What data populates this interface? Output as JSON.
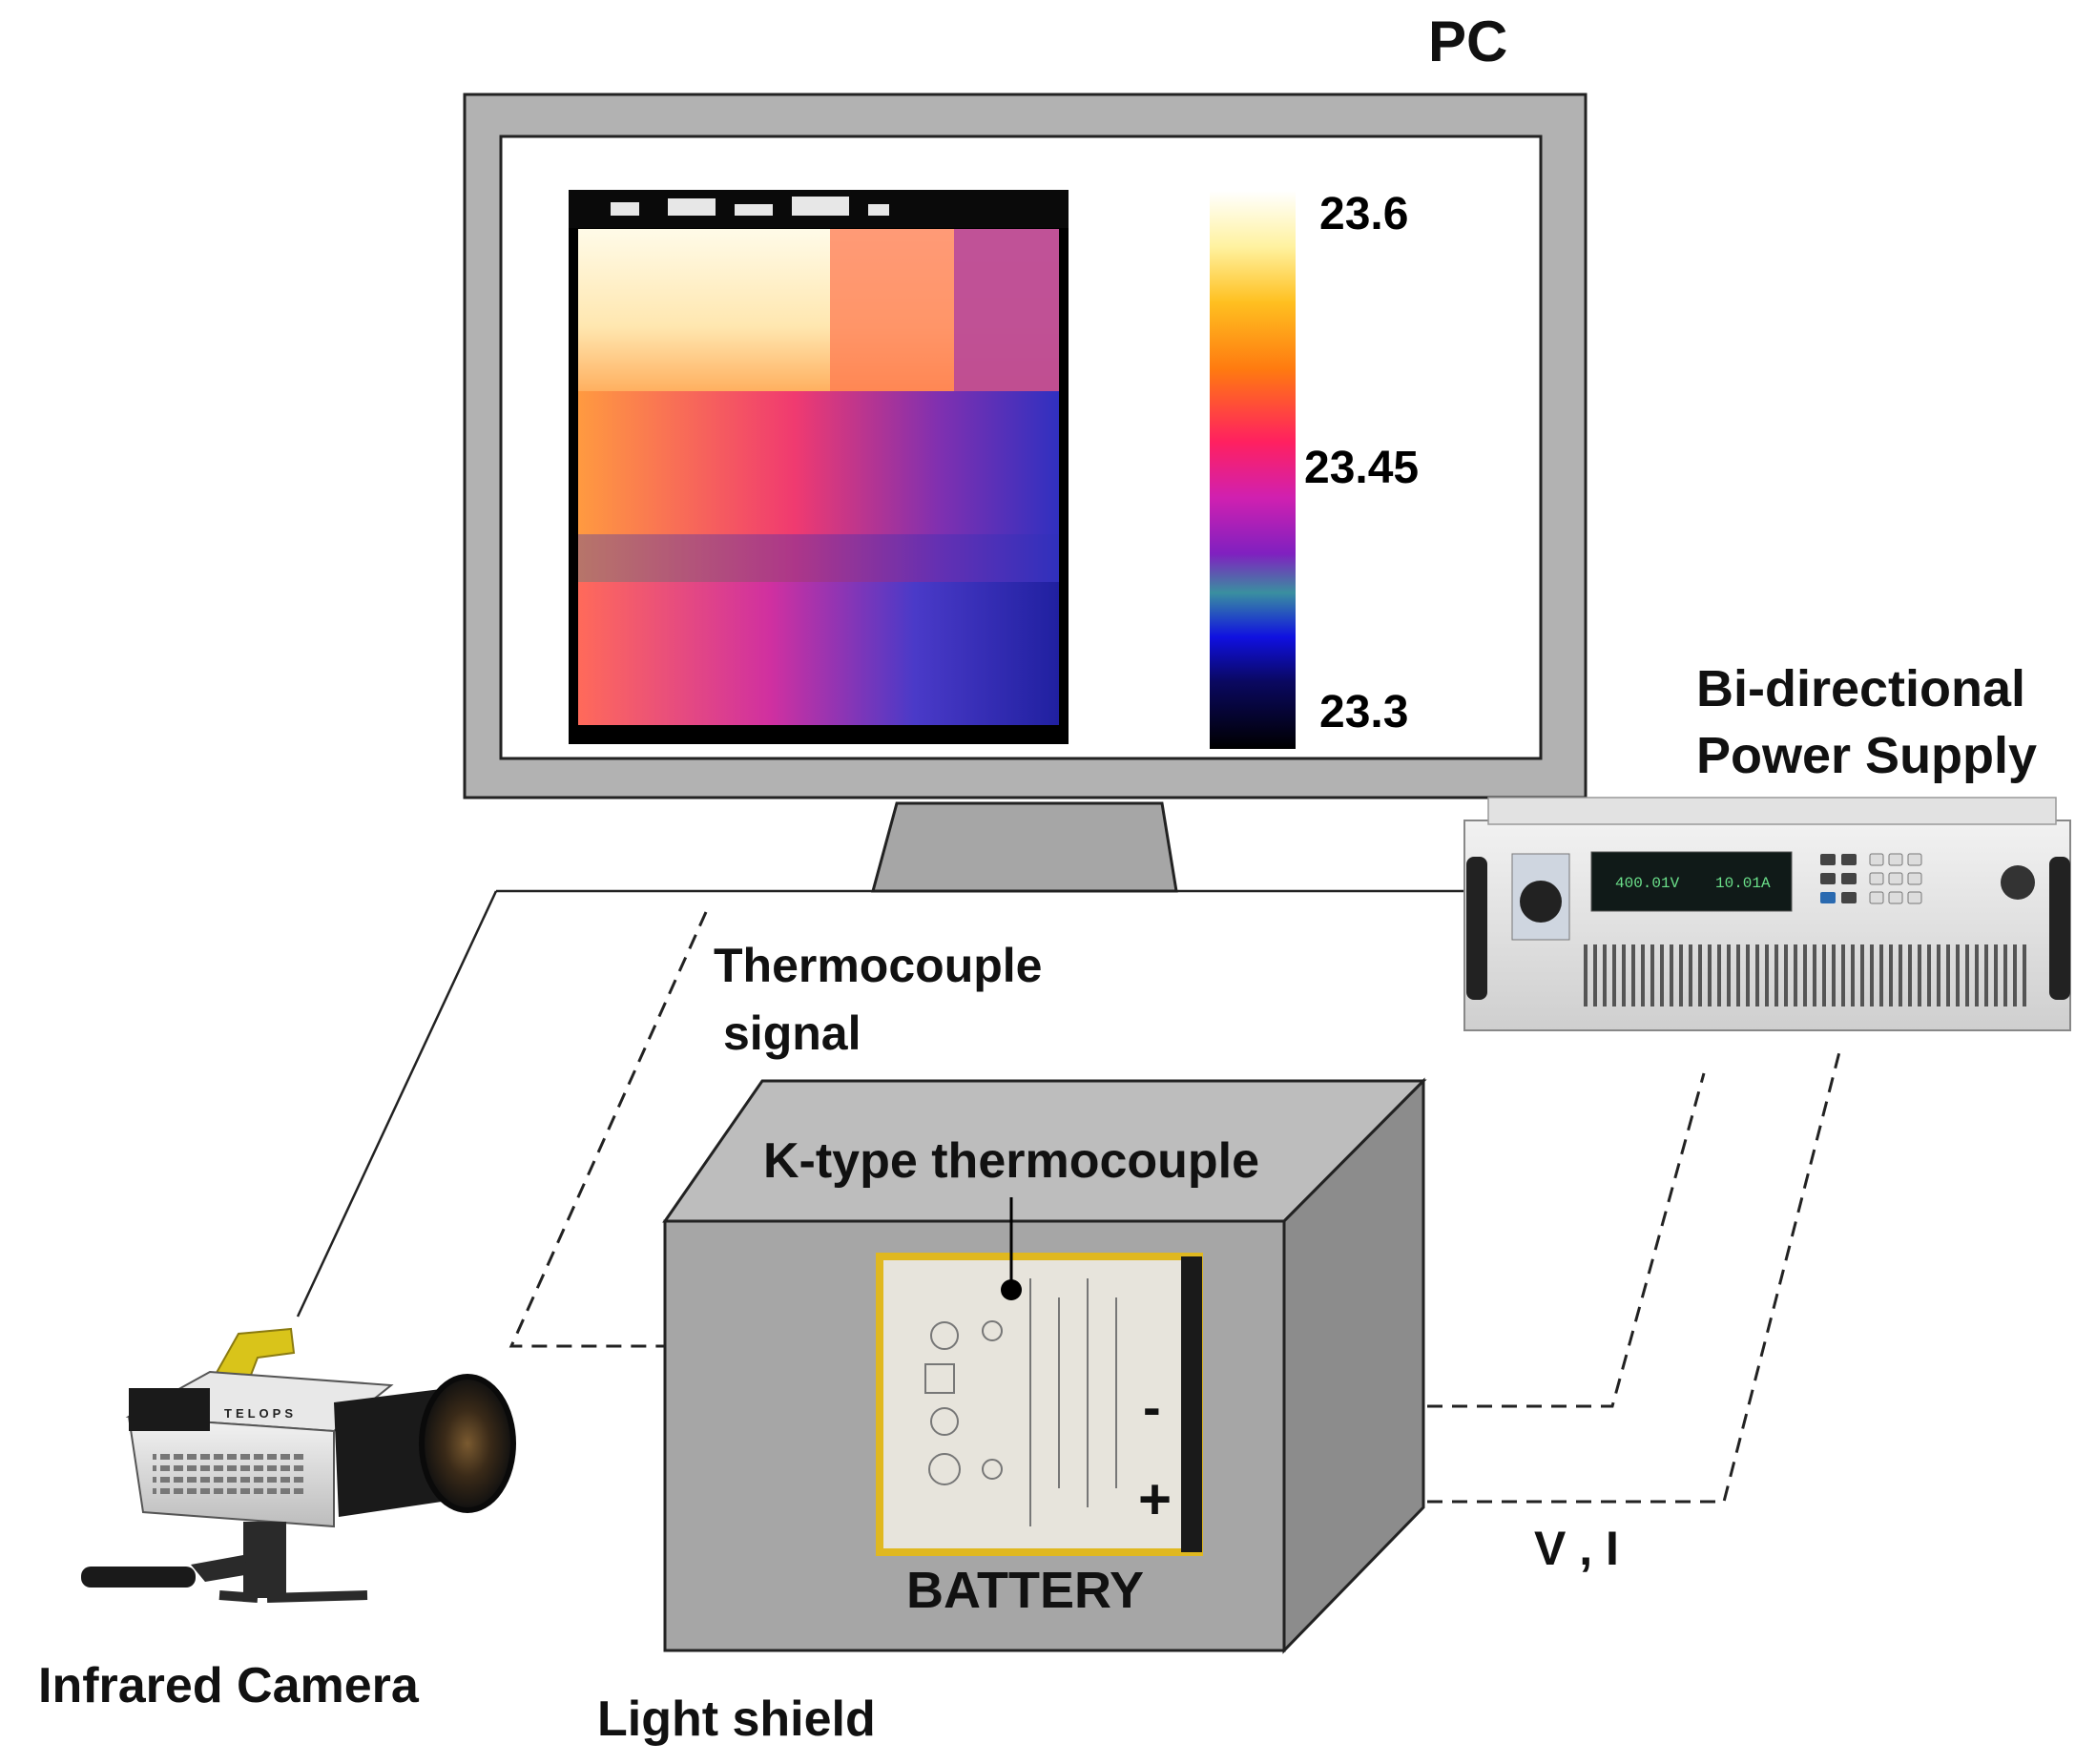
{
  "labels": {
    "pc": "PC",
    "power_supply_line1": "Bi-directional",
    "power_supply_line2": "Power Supply",
    "thermocouple_signal_line1": "Thermocouple",
    "thermocouple_signal_line2": "signal",
    "k_type_thermocouple": "K-type thermocouple",
    "battery": "BATTERY",
    "v_i": "V , I",
    "infrared_camera": "Infrared Camera",
    "light_shield": "Light shield"
  },
  "colorbar": {
    "max": "23.6",
    "mid": "23.45",
    "min": "23.3"
  },
  "battery_terminals": {
    "negative": "-",
    "positive": "+"
  },
  "power_supply_display": {
    "voltage": "400.01V",
    "current": "10.01A"
  },
  "camera_brand": "TELOPS",
  "colors": {
    "shield_front": "#a6a6a6",
    "shield_top": "#bdbdbd",
    "shield_side": "#8c8c8c",
    "monitor_frame": "#b2b2b2",
    "camera_handle": "#d9c41a"
  }
}
